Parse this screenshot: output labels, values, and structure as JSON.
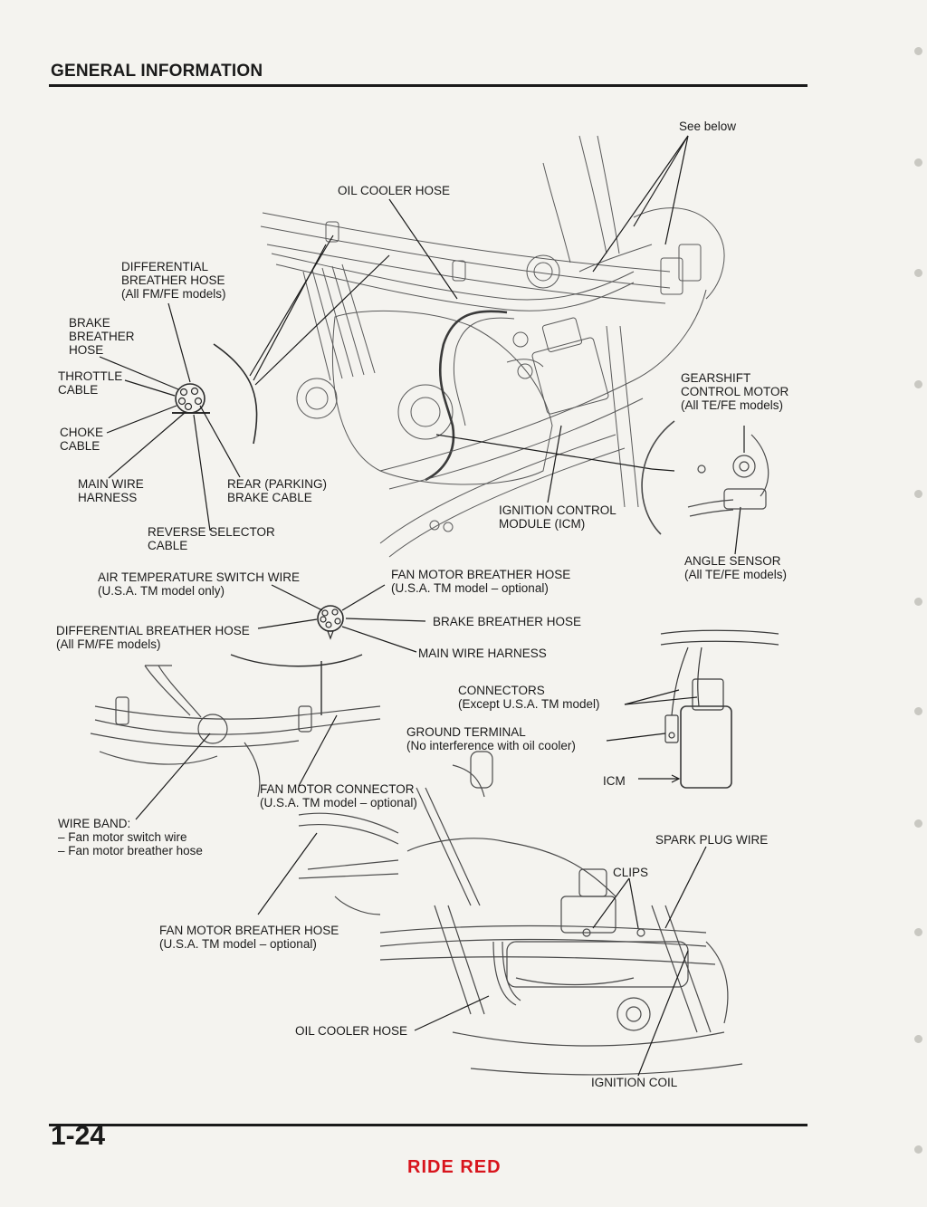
{
  "header": {
    "title": "GENERAL INFORMATION"
  },
  "footer": {
    "page_number": "1-24",
    "brand": "RIDE RED"
  },
  "callouts": {
    "see_below": "See below",
    "oil_cooler_hose_top": "OIL COOLER HOSE",
    "differential_breather_hose": "DIFFERENTIAL\nBREATHER HOSE\n(All FM/FE models)",
    "brake_breather_hose": "BRAKE\nBREATHER\nHOSE",
    "throttle_cable": "THROTTLE\nCABLE",
    "choke_cable": "CHOKE\nCABLE",
    "main_wire_harness": "MAIN WIRE\nHARNESS",
    "rear_parking_brake_cable": "REAR (PARKING)\nBRAKE CABLE",
    "reverse_selector_cable": "REVERSE SELECTOR\nCABLE",
    "gearshift_control_motor": "GEARSHIFT\nCONTROL MOTOR\n(All TE/FE models)",
    "ignition_control_module": "IGNITION CONTROL\nMODULE (ICM)",
    "angle_sensor": "ANGLE SENSOR\n(All TE/FE models)",
    "air_temperature_switch_wire": "AIR TEMPERATURE SWITCH WIRE\n(U.S.A. TM model only)",
    "fan_motor_breather_hose_top": "FAN MOTOR BREATHER HOSE\n(U.S.A. TM model – optional)",
    "differential_breather_hose_mid": "DIFFERENTIAL BREATHER HOSE\n(All FM/FE models)",
    "brake_breather_hose_mid": "BRAKE BREATHER HOSE",
    "main_wire_harness_mid": "MAIN WIRE HARNESS",
    "connectors": "CONNECTORS\n(Except U.S.A. TM model)",
    "ground_terminal": "GROUND TERMINAL\n(No interference with oil cooler)",
    "icm": "ICM",
    "fan_motor_connector": "FAN MOTOR CONNECTOR\n(U.S.A. TM model – optional)",
    "wire_band": "WIRE BAND:\n– Fan motor switch wire\n– Fan motor breather hose",
    "spark_plug_wire": "SPARK PLUG WIRE",
    "clips": "CLIPS",
    "fan_motor_breather_hose_bottom": "FAN MOTOR BREATHER HOSE\n(U.S.A. TM model – optional)",
    "oil_cooler_hose_bottom": "OIL COOLER HOSE",
    "ignition_coil": "IGNITION COIL"
  }
}
